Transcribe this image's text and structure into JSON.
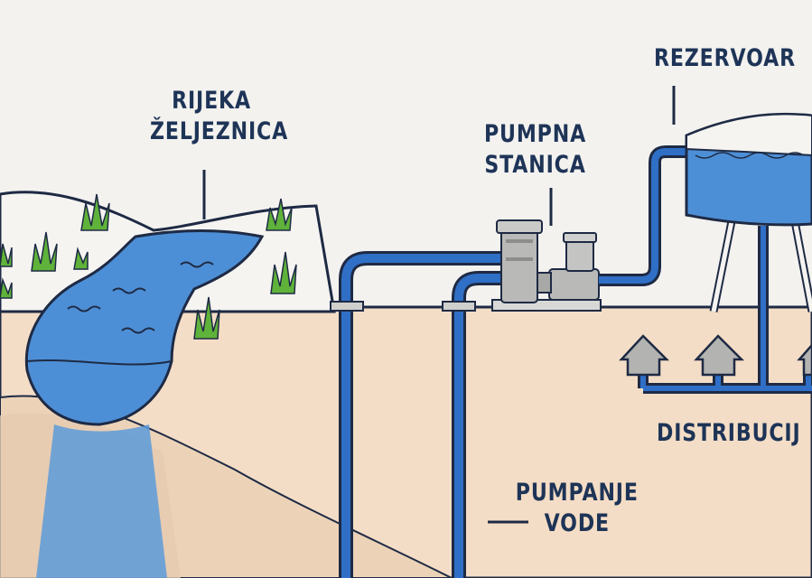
{
  "labels": {
    "river_line1": "RIJEKA",
    "river_line2": "ŽELJEZNICA",
    "station_line1": "PUMPNA",
    "station_line2": "STANICA",
    "reservoir": "REZERVOAR",
    "distribution": "DISTRIBUCIJ",
    "pumping_line1": "PUMPANJE",
    "pumping_line2": "VODE"
  },
  "colors": {
    "water": "#4d8fd6",
    "water_dark": "#2f68b5",
    "pipe_dark": "#24407a",
    "pipe_blue": "#2f6fc6",
    "ground": "#f4ddc6",
    "ground_dark": "#e8c9aa",
    "grass": "#5fb23a",
    "label_text": "#1e3457",
    "machine_gray": "#b9b9b7"
  }
}
